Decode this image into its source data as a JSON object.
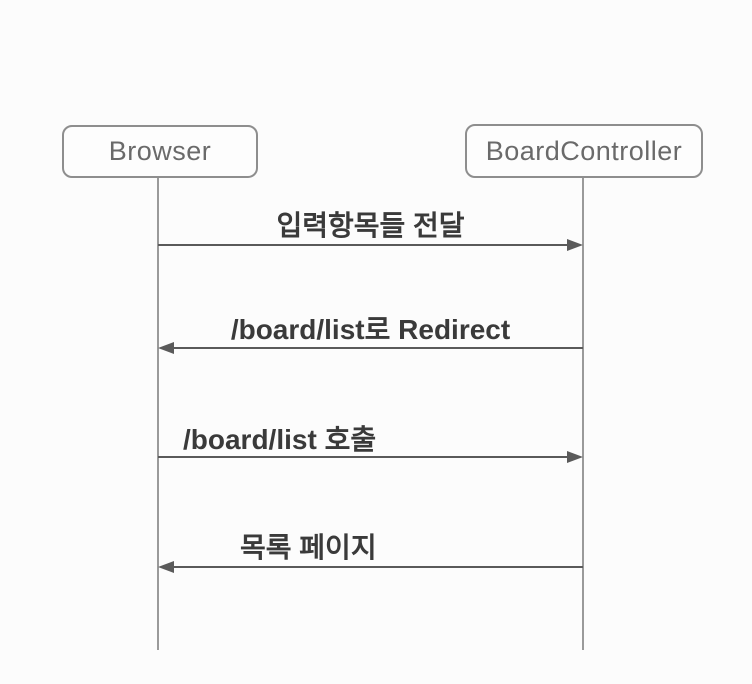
{
  "diagram": {
    "type": "sequence-diagram",
    "actors": [
      {
        "id": "browser",
        "label": "Browser"
      },
      {
        "id": "board-controller",
        "label": "BoardController"
      }
    ],
    "messages": [
      {
        "from": "Browser",
        "to": "BoardController",
        "direction": "right",
        "label": "입력항목들 전달"
      },
      {
        "from": "BoardController",
        "to": "Browser",
        "direction": "left",
        "label": "/board/list로 Redirect"
      },
      {
        "from": "Browser",
        "to": "BoardController",
        "direction": "right",
        "label": "/board/list 호출"
      },
      {
        "from": "BoardController",
        "to": "Browser",
        "direction": "left",
        "label": "목록 페이지"
      }
    ],
    "colors": {
      "background": "#fcfcfc",
      "actor_border": "#8e8e8e",
      "actor_text": "#6a6a6a",
      "lifeline": "#9a9a9a",
      "arrow": "#5a5a5a",
      "message_text": "#3a3a3a"
    }
  }
}
